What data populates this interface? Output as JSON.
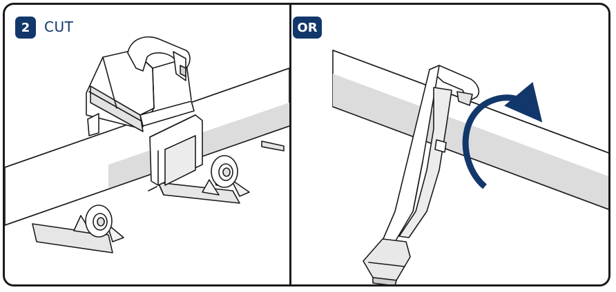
{
  "step": {
    "number": "2",
    "label": "CUT"
  },
  "alternative": {
    "label": "OR"
  },
  "colors": {
    "badge_fill": "#12376b",
    "badge_text": "#ffffff",
    "label_text": "#12376b",
    "rotation_arrow": "#12376b",
    "frame_border": "#1a1a1a",
    "pipe_shadow": "#dcdcdc",
    "line_art": "#1a1a1a"
  },
  "icons": {
    "left_illustration": "pipe-saw-on-roller-stands",
    "right_illustration": "ratchet-pipe-cutter-on-pipe",
    "rotation": "curved-rotation-arrow"
  }
}
